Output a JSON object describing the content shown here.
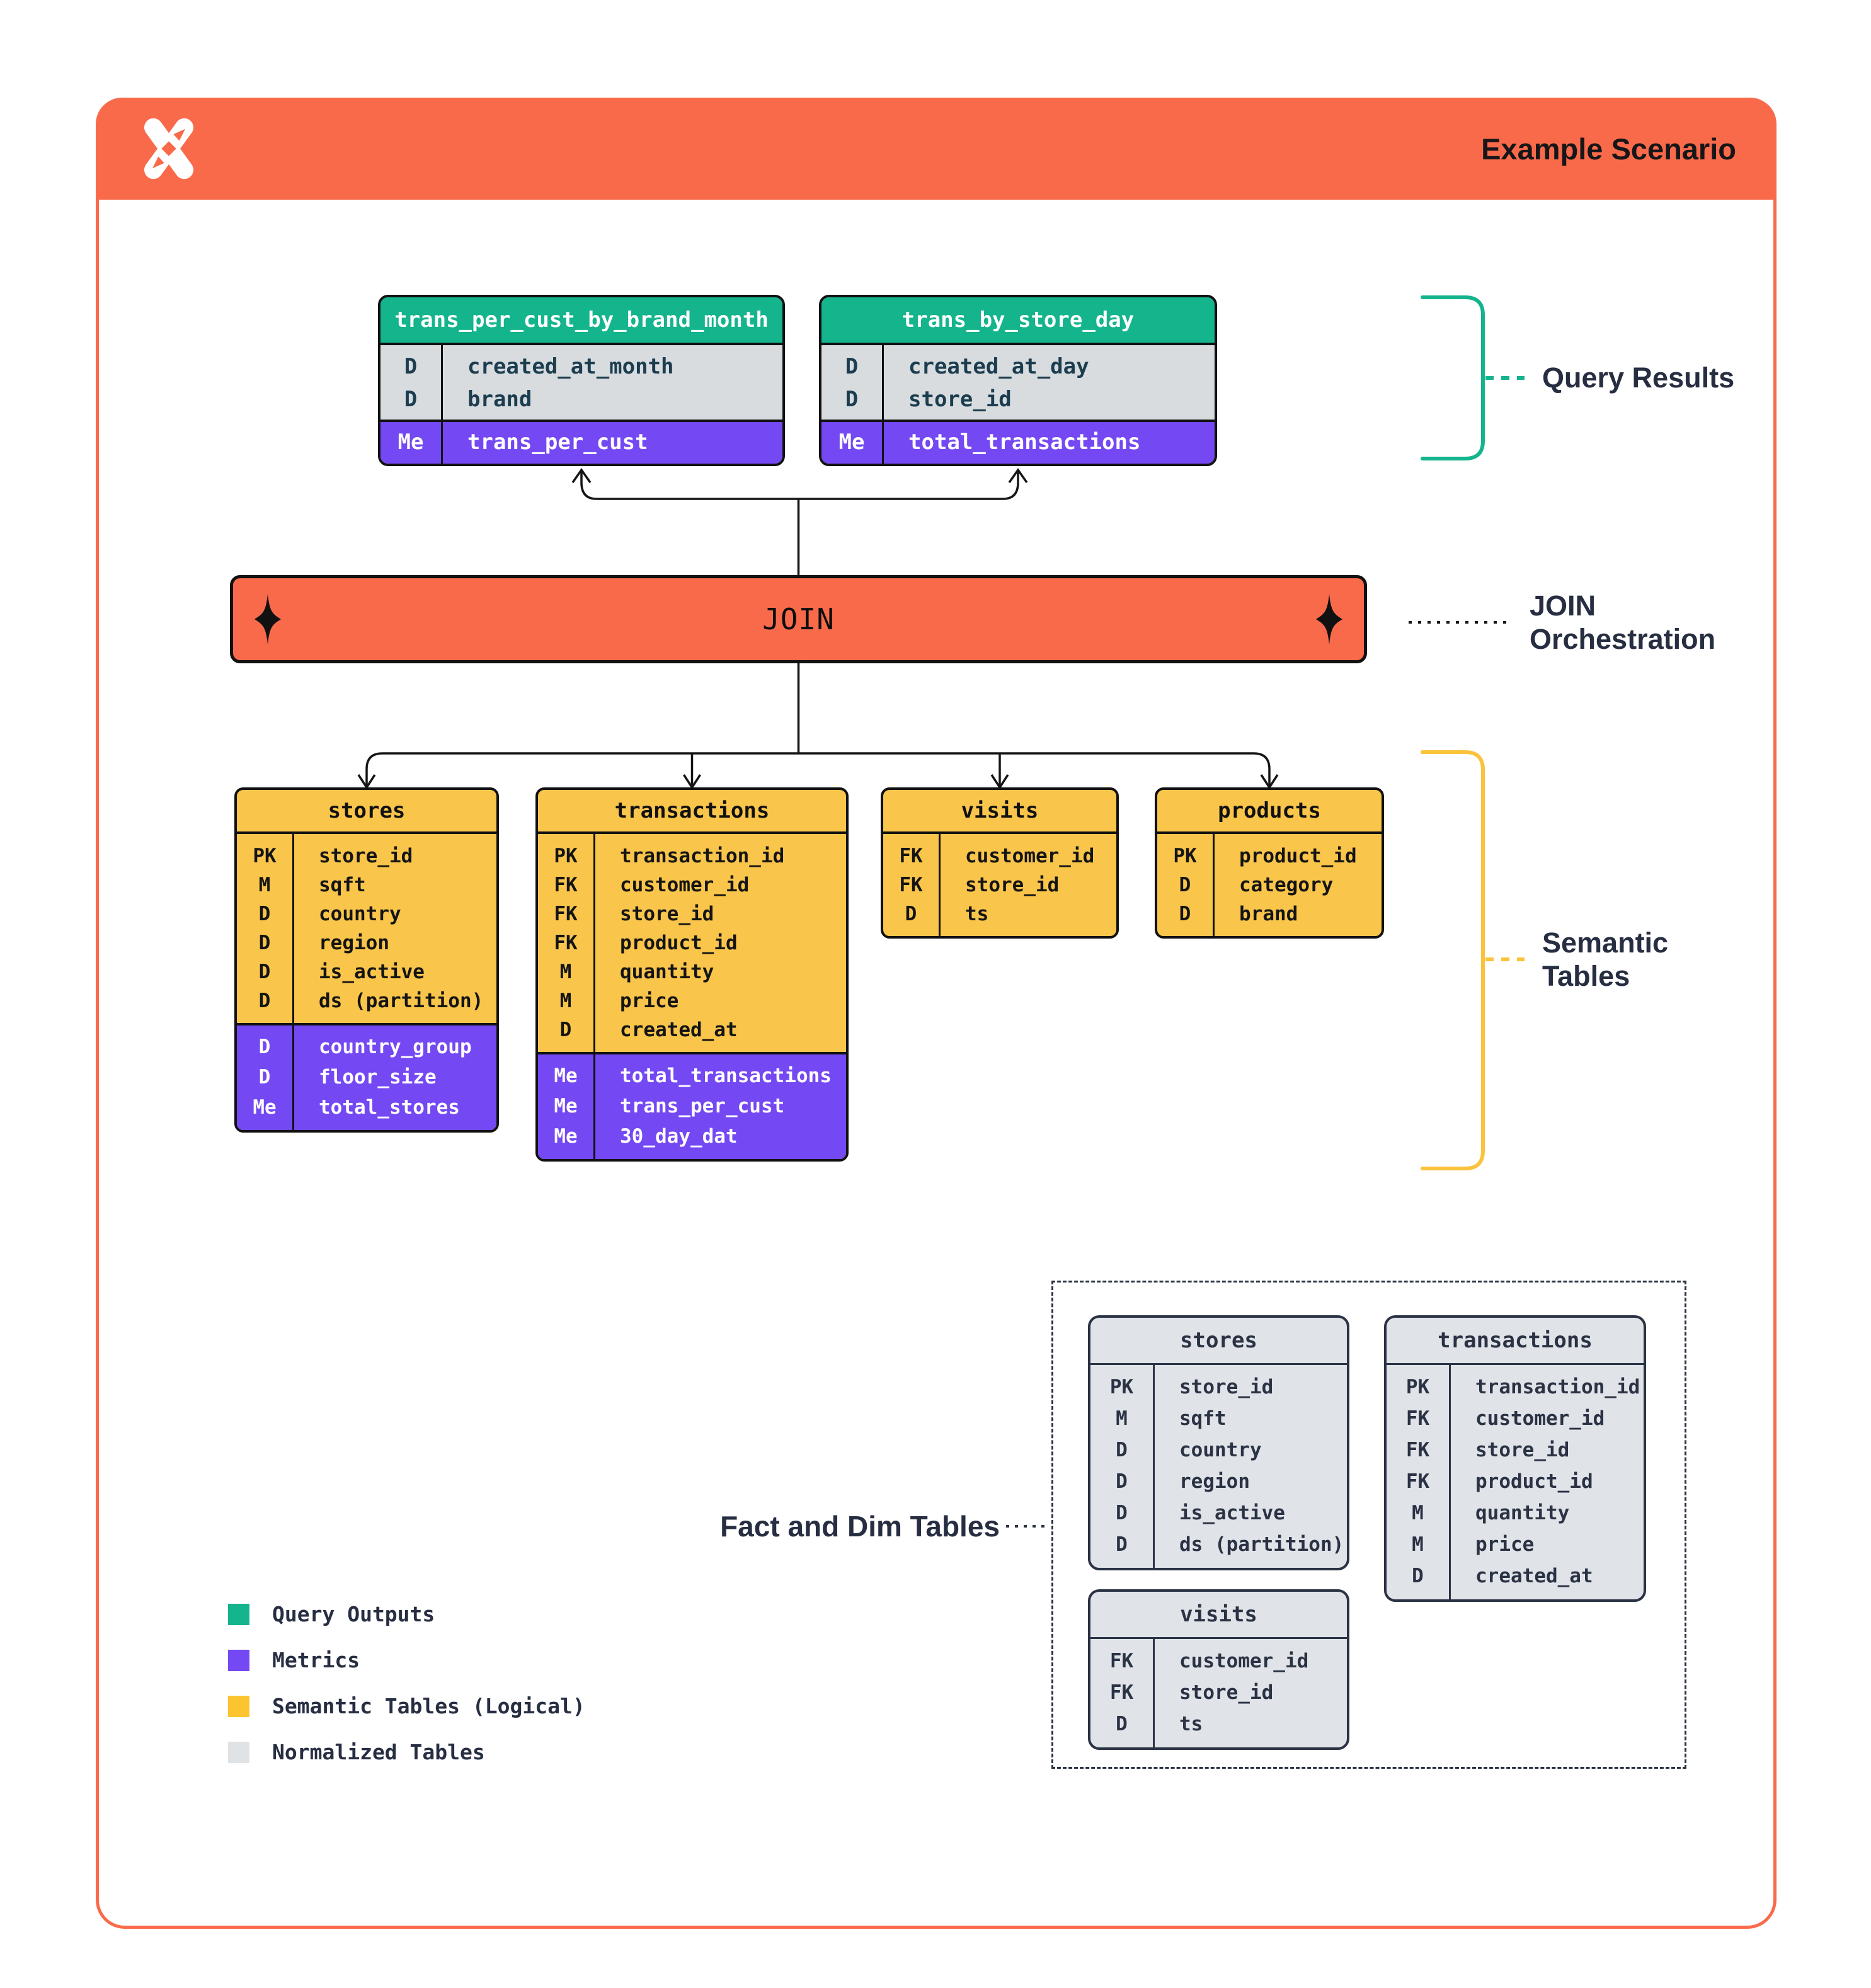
{
  "header": {
    "title": "Example Scenario",
    "logo_icon": "pinwheel-x-logo"
  },
  "join": {
    "label": "JOIN"
  },
  "labels": {
    "query_results": "Query Results",
    "join_line1": "JOIN",
    "join_line2": "Orchestration",
    "semantic_line1": "Semantic",
    "semantic_line2": "Tables",
    "fact_dim": "Fact and Dim Tables"
  },
  "colors": {
    "orange": "#F96A4B",
    "green": "#14B48C",
    "purple": "#7448F2",
    "yellow": "#F9C54B",
    "normalized_gray": "#E0E3E8",
    "navy": "#272E42"
  },
  "query_results_tables": [
    {
      "title": "trans_per_cust_by_brand_month",
      "columns": [
        {
          "key": "D",
          "name": "created_at_month"
        },
        {
          "key": "D",
          "name": "brand"
        }
      ],
      "metrics": [
        {
          "key": "Me",
          "name": "trans_per_cust"
        }
      ]
    },
    {
      "title": "trans_by_store_day",
      "columns": [
        {
          "key": "D",
          "name": "created_at_day"
        },
        {
          "key": "D",
          "name": "store_id"
        }
      ],
      "metrics": [
        {
          "key": "Me",
          "name": "total_transactions"
        }
      ]
    }
  ],
  "semantic_tables": [
    {
      "title": "stores",
      "columns": [
        {
          "key": "PK",
          "name": "store_id"
        },
        {
          "key": "M",
          "name": "sqft"
        },
        {
          "key": "D",
          "name": "country"
        },
        {
          "key": "D",
          "name": "region"
        },
        {
          "key": "D",
          "name": "is_active"
        },
        {
          "key": "D",
          "name": "ds (partition)"
        }
      ],
      "metrics": [
        {
          "key": "D",
          "name": "country_group"
        },
        {
          "key": "D",
          "name": "floor_size"
        },
        {
          "key": "Me",
          "name": "total_stores"
        }
      ]
    },
    {
      "title": "transactions",
      "columns": [
        {
          "key": "PK",
          "name": "transaction_id"
        },
        {
          "key": "FK",
          "name": "customer_id"
        },
        {
          "key": "FK",
          "name": "store_id"
        },
        {
          "key": "FK",
          "name": "product_id"
        },
        {
          "key": "M",
          "name": "quantity"
        },
        {
          "key": "M",
          "name": "price"
        },
        {
          "key": "D",
          "name": "created_at"
        }
      ],
      "metrics": [
        {
          "key": "Me",
          "name": "total_transactions"
        },
        {
          "key": "Me",
          "name": "trans_per_cust"
        },
        {
          "key": "Me",
          "name": "30_day_dat"
        }
      ]
    },
    {
      "title": "visits",
      "columns": [
        {
          "key": "FK",
          "name": "customer_id"
        },
        {
          "key": "FK",
          "name": "store_id"
        },
        {
          "key": "D",
          "name": "ts"
        }
      ],
      "metrics": []
    },
    {
      "title": "products",
      "columns": [
        {
          "key": "PK",
          "name": "product_id"
        },
        {
          "key": "D",
          "name": "category"
        },
        {
          "key": "D",
          "name": "brand"
        }
      ],
      "metrics": []
    }
  ],
  "normalized_tables": [
    {
      "title": "stores",
      "columns": [
        {
          "key": "PK",
          "name": "store_id"
        },
        {
          "key": "M",
          "name": "sqft"
        },
        {
          "key": "D",
          "name": "country"
        },
        {
          "key": "D",
          "name": "region"
        },
        {
          "key": "D",
          "name": "is_active"
        },
        {
          "key": "D",
          "name": "ds (partition)"
        }
      ],
      "metrics": []
    },
    {
      "title": "transactions",
      "columns": [
        {
          "key": "PK",
          "name": "transaction_id"
        },
        {
          "key": "FK",
          "name": "customer_id"
        },
        {
          "key": "FK",
          "name": "store_id"
        },
        {
          "key": "FK",
          "name": "product_id"
        },
        {
          "key": "M",
          "name": "quantity"
        },
        {
          "key": "M",
          "name": "price"
        },
        {
          "key": "D",
          "name": "created_at"
        }
      ],
      "metrics": []
    },
    {
      "title": "visits",
      "columns": [
        {
          "key": "FK",
          "name": "customer_id"
        },
        {
          "key": "FK",
          "name": "store_id"
        },
        {
          "key": "D",
          "name": "ts"
        }
      ],
      "metrics": []
    }
  ],
  "legend": [
    {
      "color": "#14B48C",
      "label": "Query Outputs"
    },
    {
      "color": "#7448F2",
      "label": "Metrics"
    },
    {
      "color": "#FCC52F",
      "label": "Semantic Tables (Logical)"
    },
    {
      "color": "#DFE3E6",
      "label": "Normalized Tables"
    }
  ]
}
